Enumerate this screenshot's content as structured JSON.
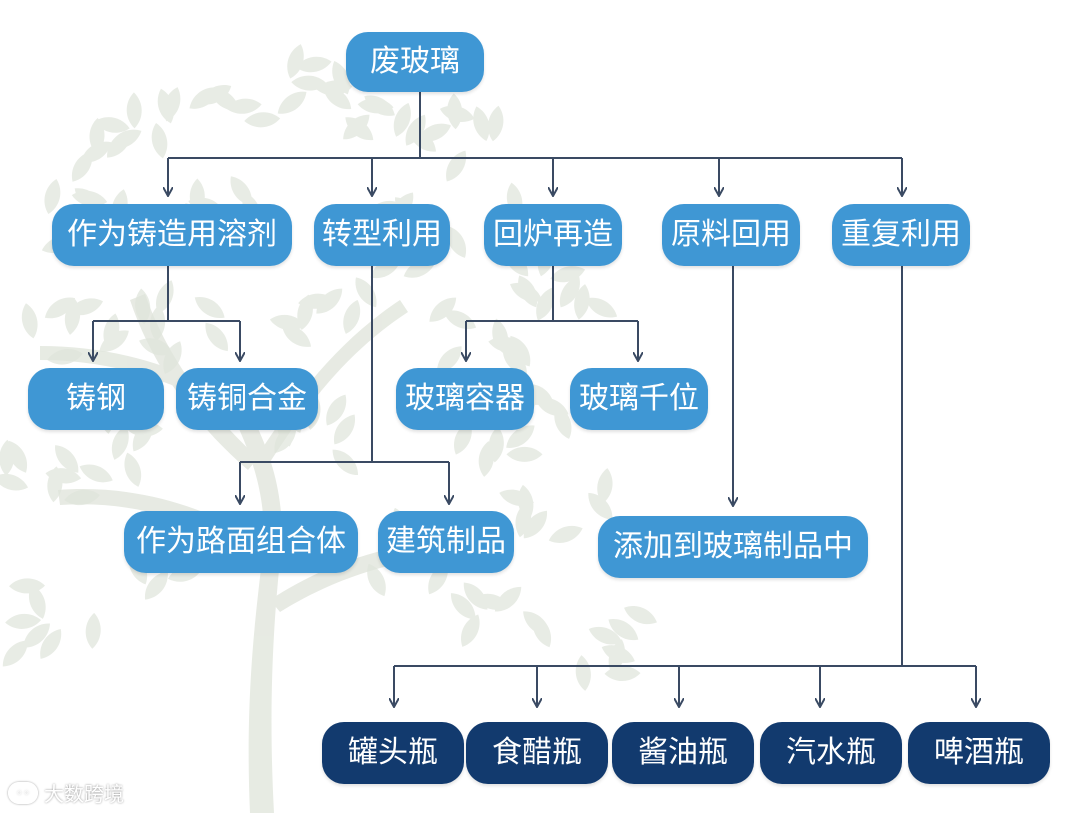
{
  "diagram": {
    "root": {
      "label": "废玻璃"
    },
    "branches": [
      {
        "label": "作为铸造用溶剂",
        "children": [
          "铸钢",
          "铸铜合金"
        ]
      },
      {
        "label": "转型利用",
        "children": [
          "作为路面组合体",
          "建筑制品"
        ]
      },
      {
        "label": "回炉再造",
        "children": [
          "玻璃容器",
          "玻璃千位"
        ]
      },
      {
        "label": "原料回用",
        "children": [
          "添加到玻璃制品中"
        ]
      },
      {
        "label": "重复利用",
        "children": [
          "罐头瓶",
          "食醋瓶",
          "酱油瓶",
          "汽水瓶",
          "啤酒瓶"
        ]
      }
    ],
    "colors": {
      "node_light": "#3f97d4",
      "node_dark": "#123a6e",
      "connector": "#3a4a63",
      "tree_watermark": "#dfe4da"
    }
  },
  "watermark": {
    "text": "大数跨境",
    "logo_icon": "ellipse-logo-icon"
  }
}
